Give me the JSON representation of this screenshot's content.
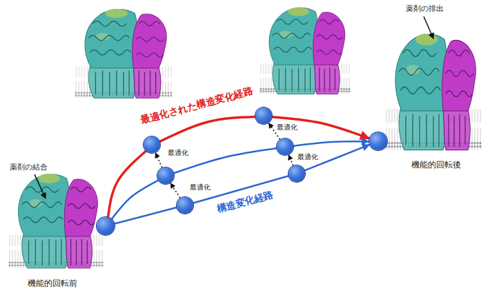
{
  "diagram": {
    "nodes": [
      {
        "text": []
      },
      {
        "text": []
      },
      {
        "text": []
      },
      {
        "text": []
      },
      {
        "text": []
      },
      {
        "text": []
      },
      {
        "text": []
      },
      {
        "text": []
      }
    ],
    "edges": [
      {
        "from": 0,
        "to": 1,
        "arrow": "none"
      },
      {
        "from": 1,
        "to": 2,
        "arrow": "none",
        "label": "最適化された構造変化経路"
      },
      {
        "from": 2,
        "to": 7,
        "arrow": "to"
      },
      {
        "from": 0,
        "to": 3,
        "arrow": "none"
      },
      {
        "from": 3,
        "to": 4,
        "arrow": "none"
      },
      {
        "from": 4,
        "to": 7,
        "arrow": "to"
      },
      {
        "from": 0,
        "to": 5,
        "arrow": "none"
      },
      {
        "from": 5,
        "to": 6,
        "arrow": "none",
        "label": "構造変化経路"
      },
      {
        "from": 6,
        "to": 7,
        "arrow": "to"
      },
      {
        "from": 5,
        "to": 3,
        "arrow": "to",
        "label": "最適化"
      },
      {
        "from": 3,
        "to": 1,
        "arrow": "to",
        "label": "最適化"
      },
      {
        "from": 6,
        "to": 4,
        "arrow": "to",
        "label": "最適化"
      },
      {
        "from": 4,
        "to": 2,
        "arrow": "to",
        "label": "最適化"
      }
    ],
    "labels": [
      "薬剤の排出",
      "薬剤の結合",
      "機能的回転後",
      "機能的回転前"
    ]
  }
}
